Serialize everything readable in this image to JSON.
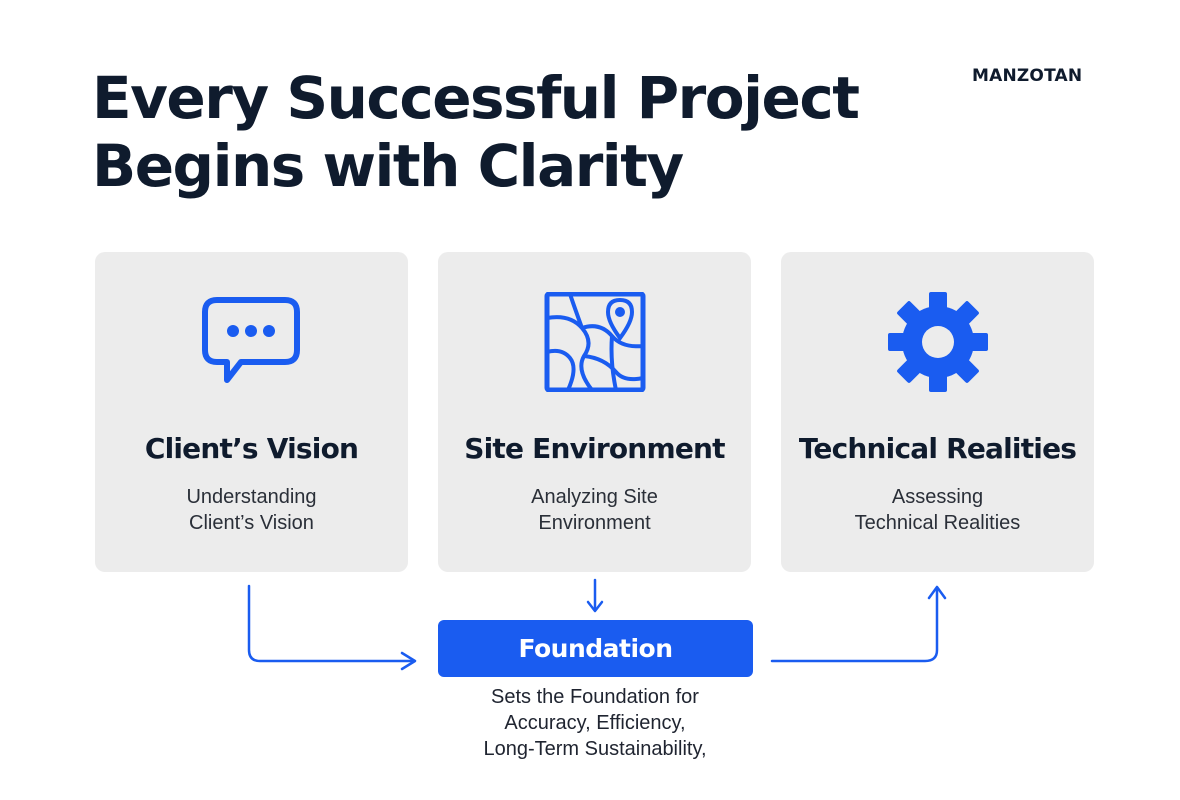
{
  "header": {
    "title_line1": "Every Successful Project",
    "title_line2": "Begins with Clarity",
    "brand": "MANZOTAN"
  },
  "cards": [
    {
      "icon": "chat-bubble-icon",
      "title": "Client’s Vision",
      "desc_line1": "Understanding",
      "desc_line2": "Client’s Vision"
    },
    {
      "icon": "map-pin-icon",
      "title": "Site Environment",
      "desc_line1": "Analyzing Site",
      "desc_line2": "Environment"
    },
    {
      "icon": "gear-icon",
      "title": "Technical Realities",
      "desc_line1": "Assessing",
      "desc_line2": "Technical Realities"
    }
  ],
  "foundation": {
    "label": "Foundation",
    "desc_line1": "Sets the Foundation for",
    "desc_line2": "Accuracy, Efficiency,",
    "desc_line3": "Long-Term Sustainability,"
  },
  "colors": {
    "accent": "#1a5cf0",
    "card_bg": "#ececec",
    "text": "#0f1b2d"
  }
}
